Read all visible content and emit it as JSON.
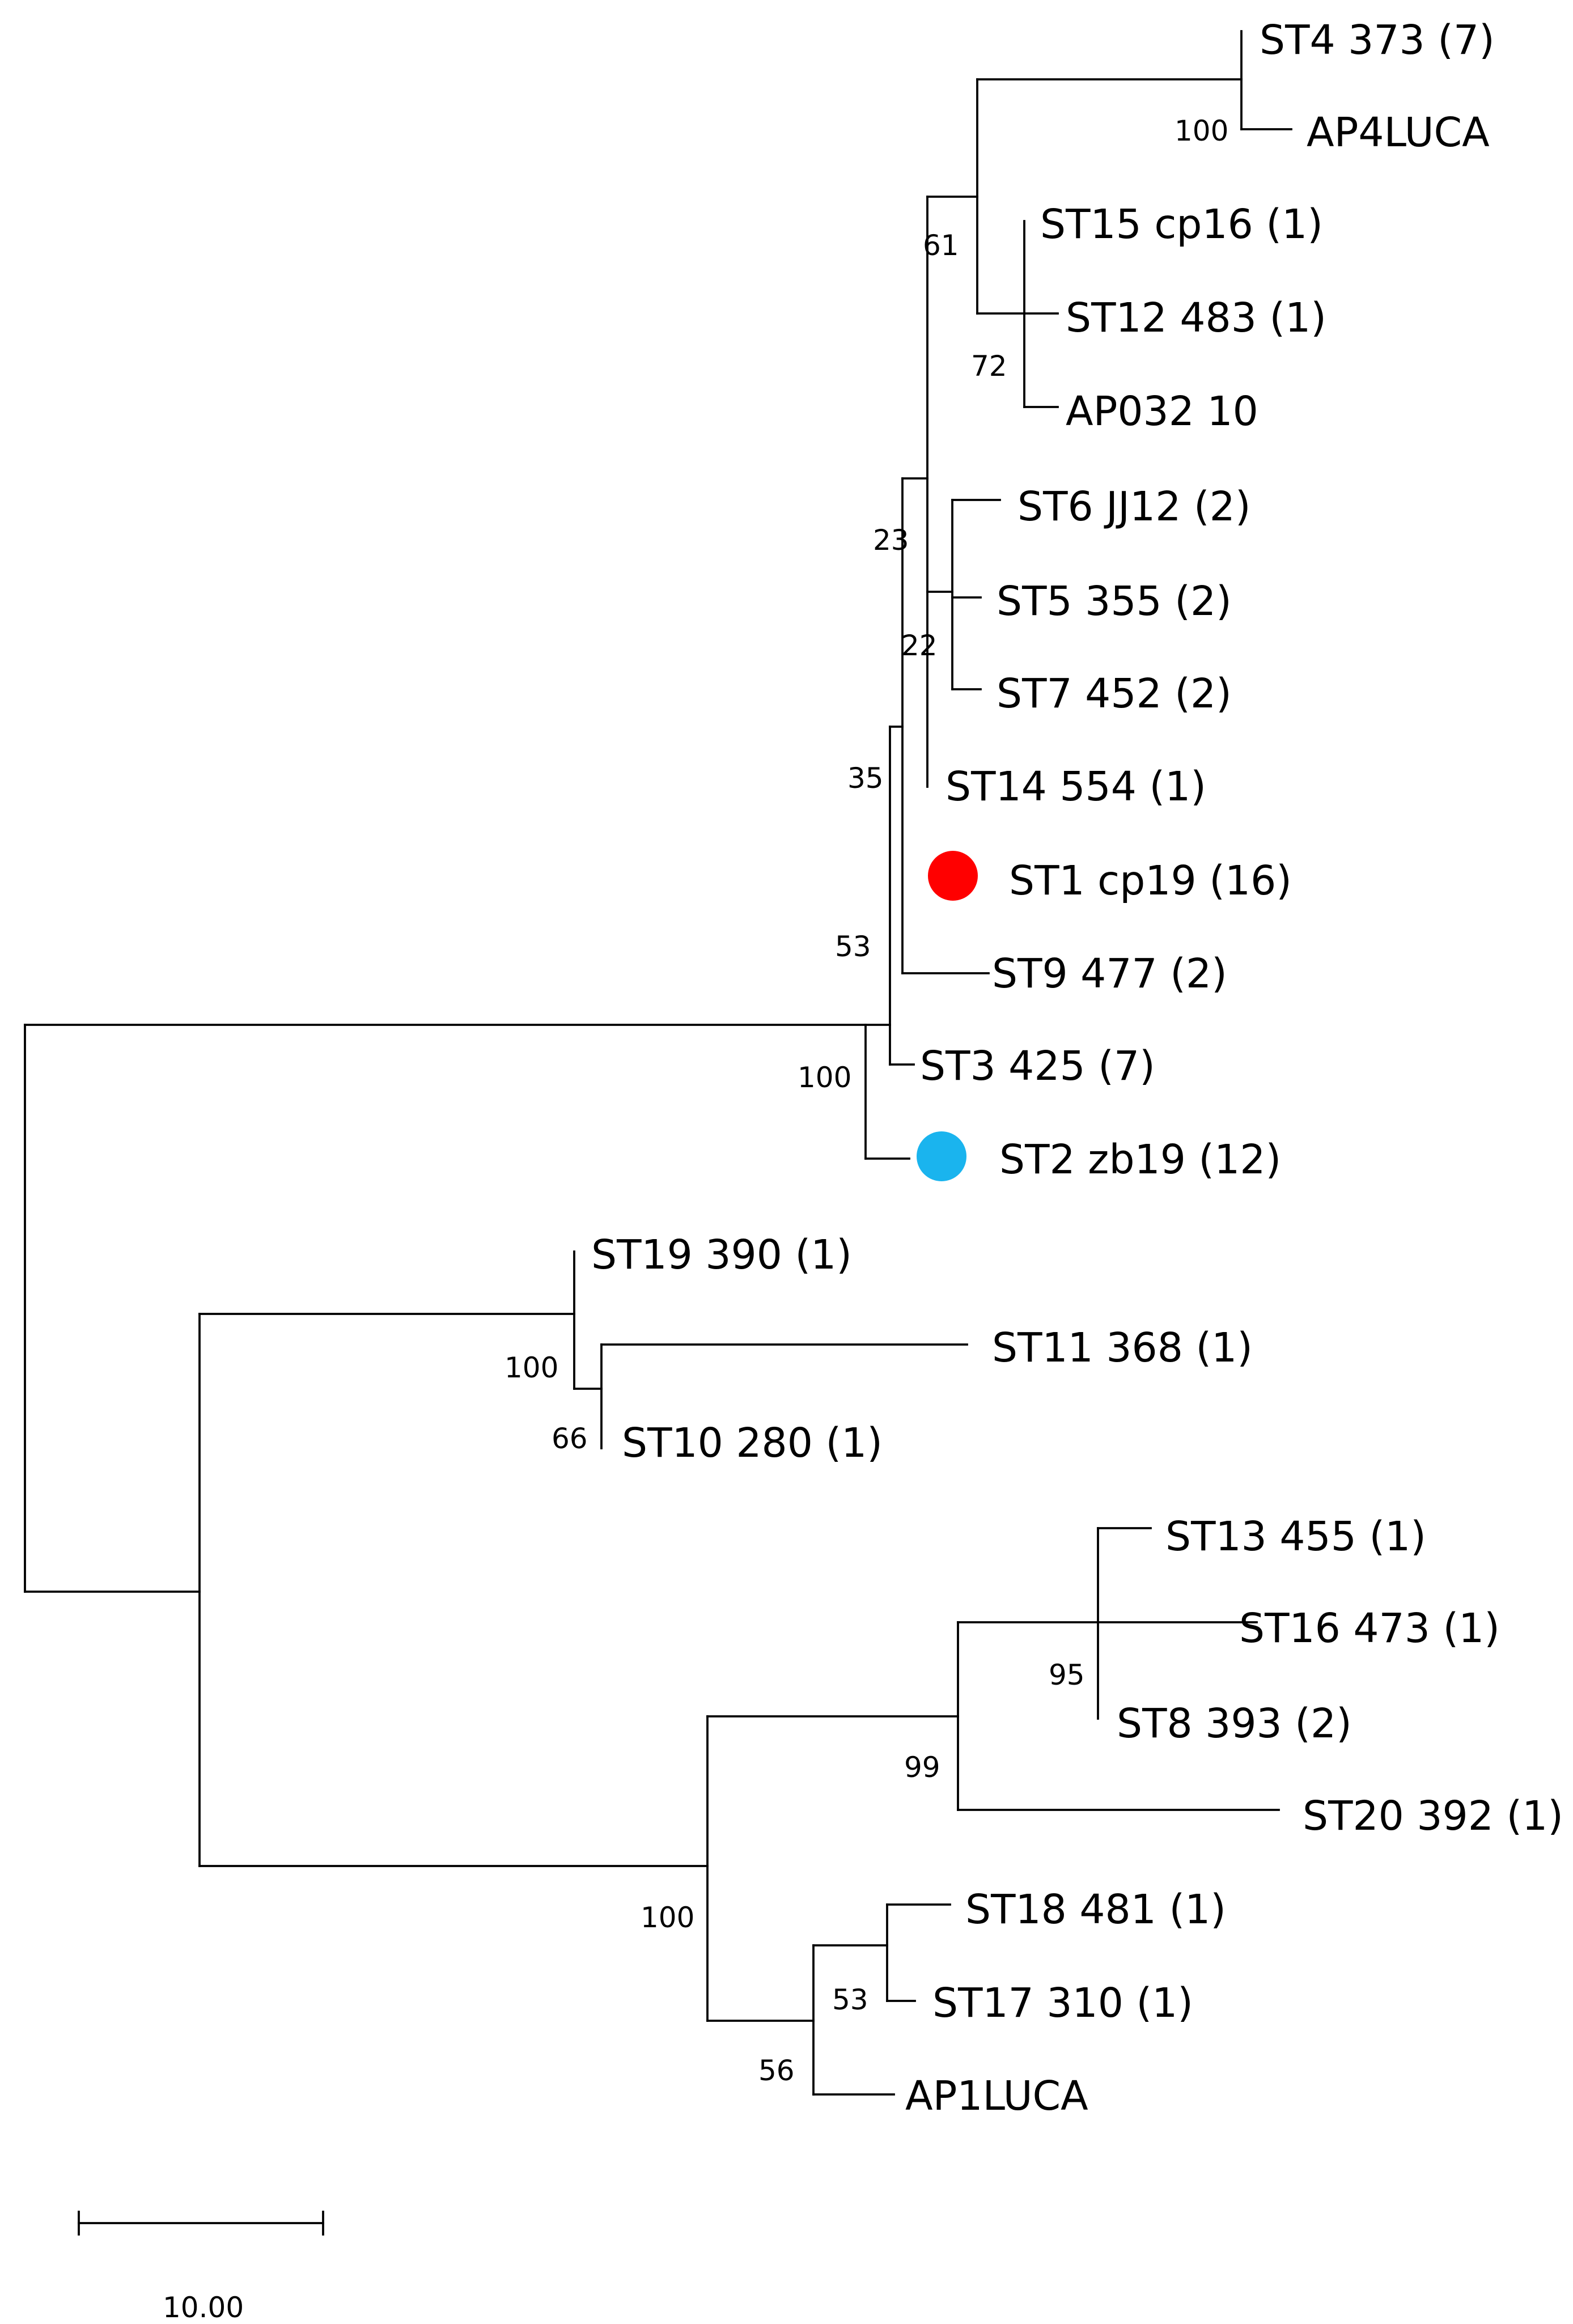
{
  "colors": {
    "line": "#000000",
    "marker_red": "#ff0000",
    "marker_blue": "#1ab4ee"
  },
  "leaves": {
    "st4": "ST4 373 (7)",
    "ap4luca": "AP4LUCA",
    "st15": "ST15 cp16 (1)",
    "st12": "ST12 483 (1)",
    "ap032": "AP032 10",
    "st6": "ST6 JJ12 (2)",
    "st5": "ST5 355 (2)",
    "st7": "ST7 452 (2)",
    "st14": "ST14 554 (1)",
    "st1": "ST1 cp19 (16)",
    "st9": "ST9 477 (2)",
    "st3": "ST3 425 (7)",
    "st2": "ST2 zb19 (12)",
    "st19": "ST19 390 (1)",
    "st11": "ST11 368 (1)",
    "st10": "ST10 280 (1)",
    "st13": "ST13 455 (1)",
    "st16": "ST16 473 (1)",
    "st8": "ST8 393 (2)",
    "st20": "ST20 392 (1)",
    "st18": "ST18 481 (1)",
    "st17": "ST17 310 (1)",
    "ap1luca": "AP1LUCA"
  },
  "bootstrap": {
    "n_ap4": "100",
    "n_top": "61",
    "n_st12": "72",
    "n_23": "23",
    "n_22": "22",
    "n_35": "35",
    "n_53a": "53",
    "n_100a": "100",
    "n_100b": "100",
    "n_66": "66",
    "n_95": "95",
    "n_99": "99",
    "n_100c": "100",
    "n_53b": "53",
    "n_56": "56"
  },
  "scale_bar": {
    "label": "10.00"
  }
}
